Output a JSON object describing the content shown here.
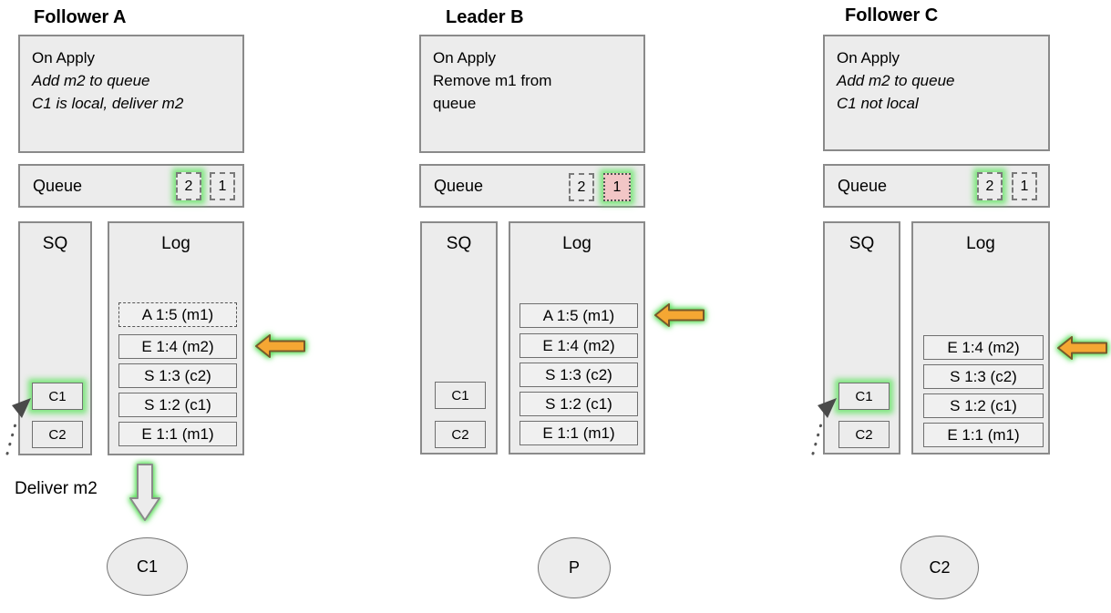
{
  "diagram": {
    "columns": [
      {
        "title": "Follower A",
        "on_apply": {
          "lines": [
            {
              "text": "On Apply",
              "italic": false
            },
            {
              "text": "Add m2 to queue",
              "italic": true
            },
            {
              "text": "C1 is local, deliver m2",
              "italic": true
            }
          ]
        },
        "queue": {
          "label": "Queue",
          "items": [
            {
              "value": "2",
              "border": "dashed",
              "highlight": "green-glow"
            },
            {
              "value": "1",
              "border": "dashed",
              "highlight": "none"
            }
          ]
        },
        "sq": {
          "label": "SQ",
          "items": [
            {
              "value": "C1",
              "highlight": "green-glow",
              "pointed_by_dotted_arrow": true
            },
            {
              "value": "C2",
              "highlight": "none"
            }
          ]
        },
        "log": {
          "label": "Log",
          "entries": [
            {
              "text": "A 1:5 (m1)",
              "border": "dashed",
              "arrow": false
            },
            {
              "text": "E 1:4 (m2)",
              "border": "solid",
              "arrow": true
            },
            {
              "text": "S 1:3 (c2)",
              "border": "solid",
              "arrow": false
            },
            {
              "text": "S 1:2 (c1)",
              "border": "solid",
              "arrow": false
            },
            {
              "text": "E 1:1 (m1)",
              "border": "solid",
              "arrow": false
            }
          ]
        },
        "deliver_label": "Deliver m2",
        "node_label": "C1"
      },
      {
        "title": "Leader B",
        "on_apply": {
          "lines": [
            {
              "text": "On Apply",
              "italic": false
            },
            {
              "text": "Remove m1 from",
              "italic": false
            },
            {
              "text": "queue",
              "italic": false
            }
          ]
        },
        "queue": {
          "label": "Queue",
          "items": [
            {
              "value": "2",
              "border": "dashed",
              "highlight": "none"
            },
            {
              "value": "1",
              "border": "dotted",
              "highlight": "green-glow-pink-fill"
            }
          ]
        },
        "sq": {
          "label": "SQ",
          "items": [
            {
              "value": "C1",
              "highlight": "none",
              "pointed_by_dotted_arrow": false
            },
            {
              "value": "C2",
              "highlight": "none"
            }
          ]
        },
        "log": {
          "label": "Log",
          "entries": [
            {
              "text": "A 1:5 (m1)",
              "border": "solid",
              "arrow": true
            },
            {
              "text": "E 1:4 (m2)",
              "border": "solid",
              "arrow": false
            },
            {
              "text": "S 1:3 (c2)",
              "border": "solid",
              "arrow": false
            },
            {
              "text": "S 1:2 (c1)",
              "border": "solid",
              "arrow": false
            },
            {
              "text": "E 1:1 (m1)",
              "border": "solid",
              "arrow": false
            }
          ]
        },
        "node_label": "P"
      },
      {
        "title": "Follower C",
        "on_apply": {
          "lines": [
            {
              "text": "On Apply",
              "italic": false
            },
            {
              "text": "Add m2 to queue",
              "italic": true
            },
            {
              "text": "C1 not local",
              "italic": true
            }
          ]
        },
        "queue": {
          "label": "Queue",
          "items": [
            {
              "value": "2",
              "border": "dashed",
              "highlight": "green-glow"
            },
            {
              "value": "1",
              "border": "dashed",
              "highlight": "none"
            }
          ]
        },
        "sq": {
          "label": "SQ",
          "items": [
            {
              "value": "C1",
              "highlight": "green-glow",
              "pointed_by_dotted_arrow": true
            },
            {
              "value": "C2",
              "highlight": "none"
            }
          ]
        },
        "log": {
          "label": "Log",
          "entries": [
            {
              "text": "E 1:4 (m2)",
              "border": "solid",
              "arrow": true
            },
            {
              "text": "S 1:3 (c2)",
              "border": "solid",
              "arrow": false
            },
            {
              "text": "S 1:2 (c1)",
              "border": "solid",
              "arrow": false
            },
            {
              "text": "E 1:1 (m1)",
              "border": "solid",
              "arrow": false
            }
          ]
        },
        "node_label": "C2"
      }
    ],
    "colors": {
      "panel_fill": "#ececec",
      "panel_border": "#8a8a8a",
      "glow_green": "#68e468",
      "arrow_orange_fill": "#f5a733",
      "arrow_orange_border": "#76592b",
      "queue_alert_pink": "#f2c6c6"
    }
  }
}
